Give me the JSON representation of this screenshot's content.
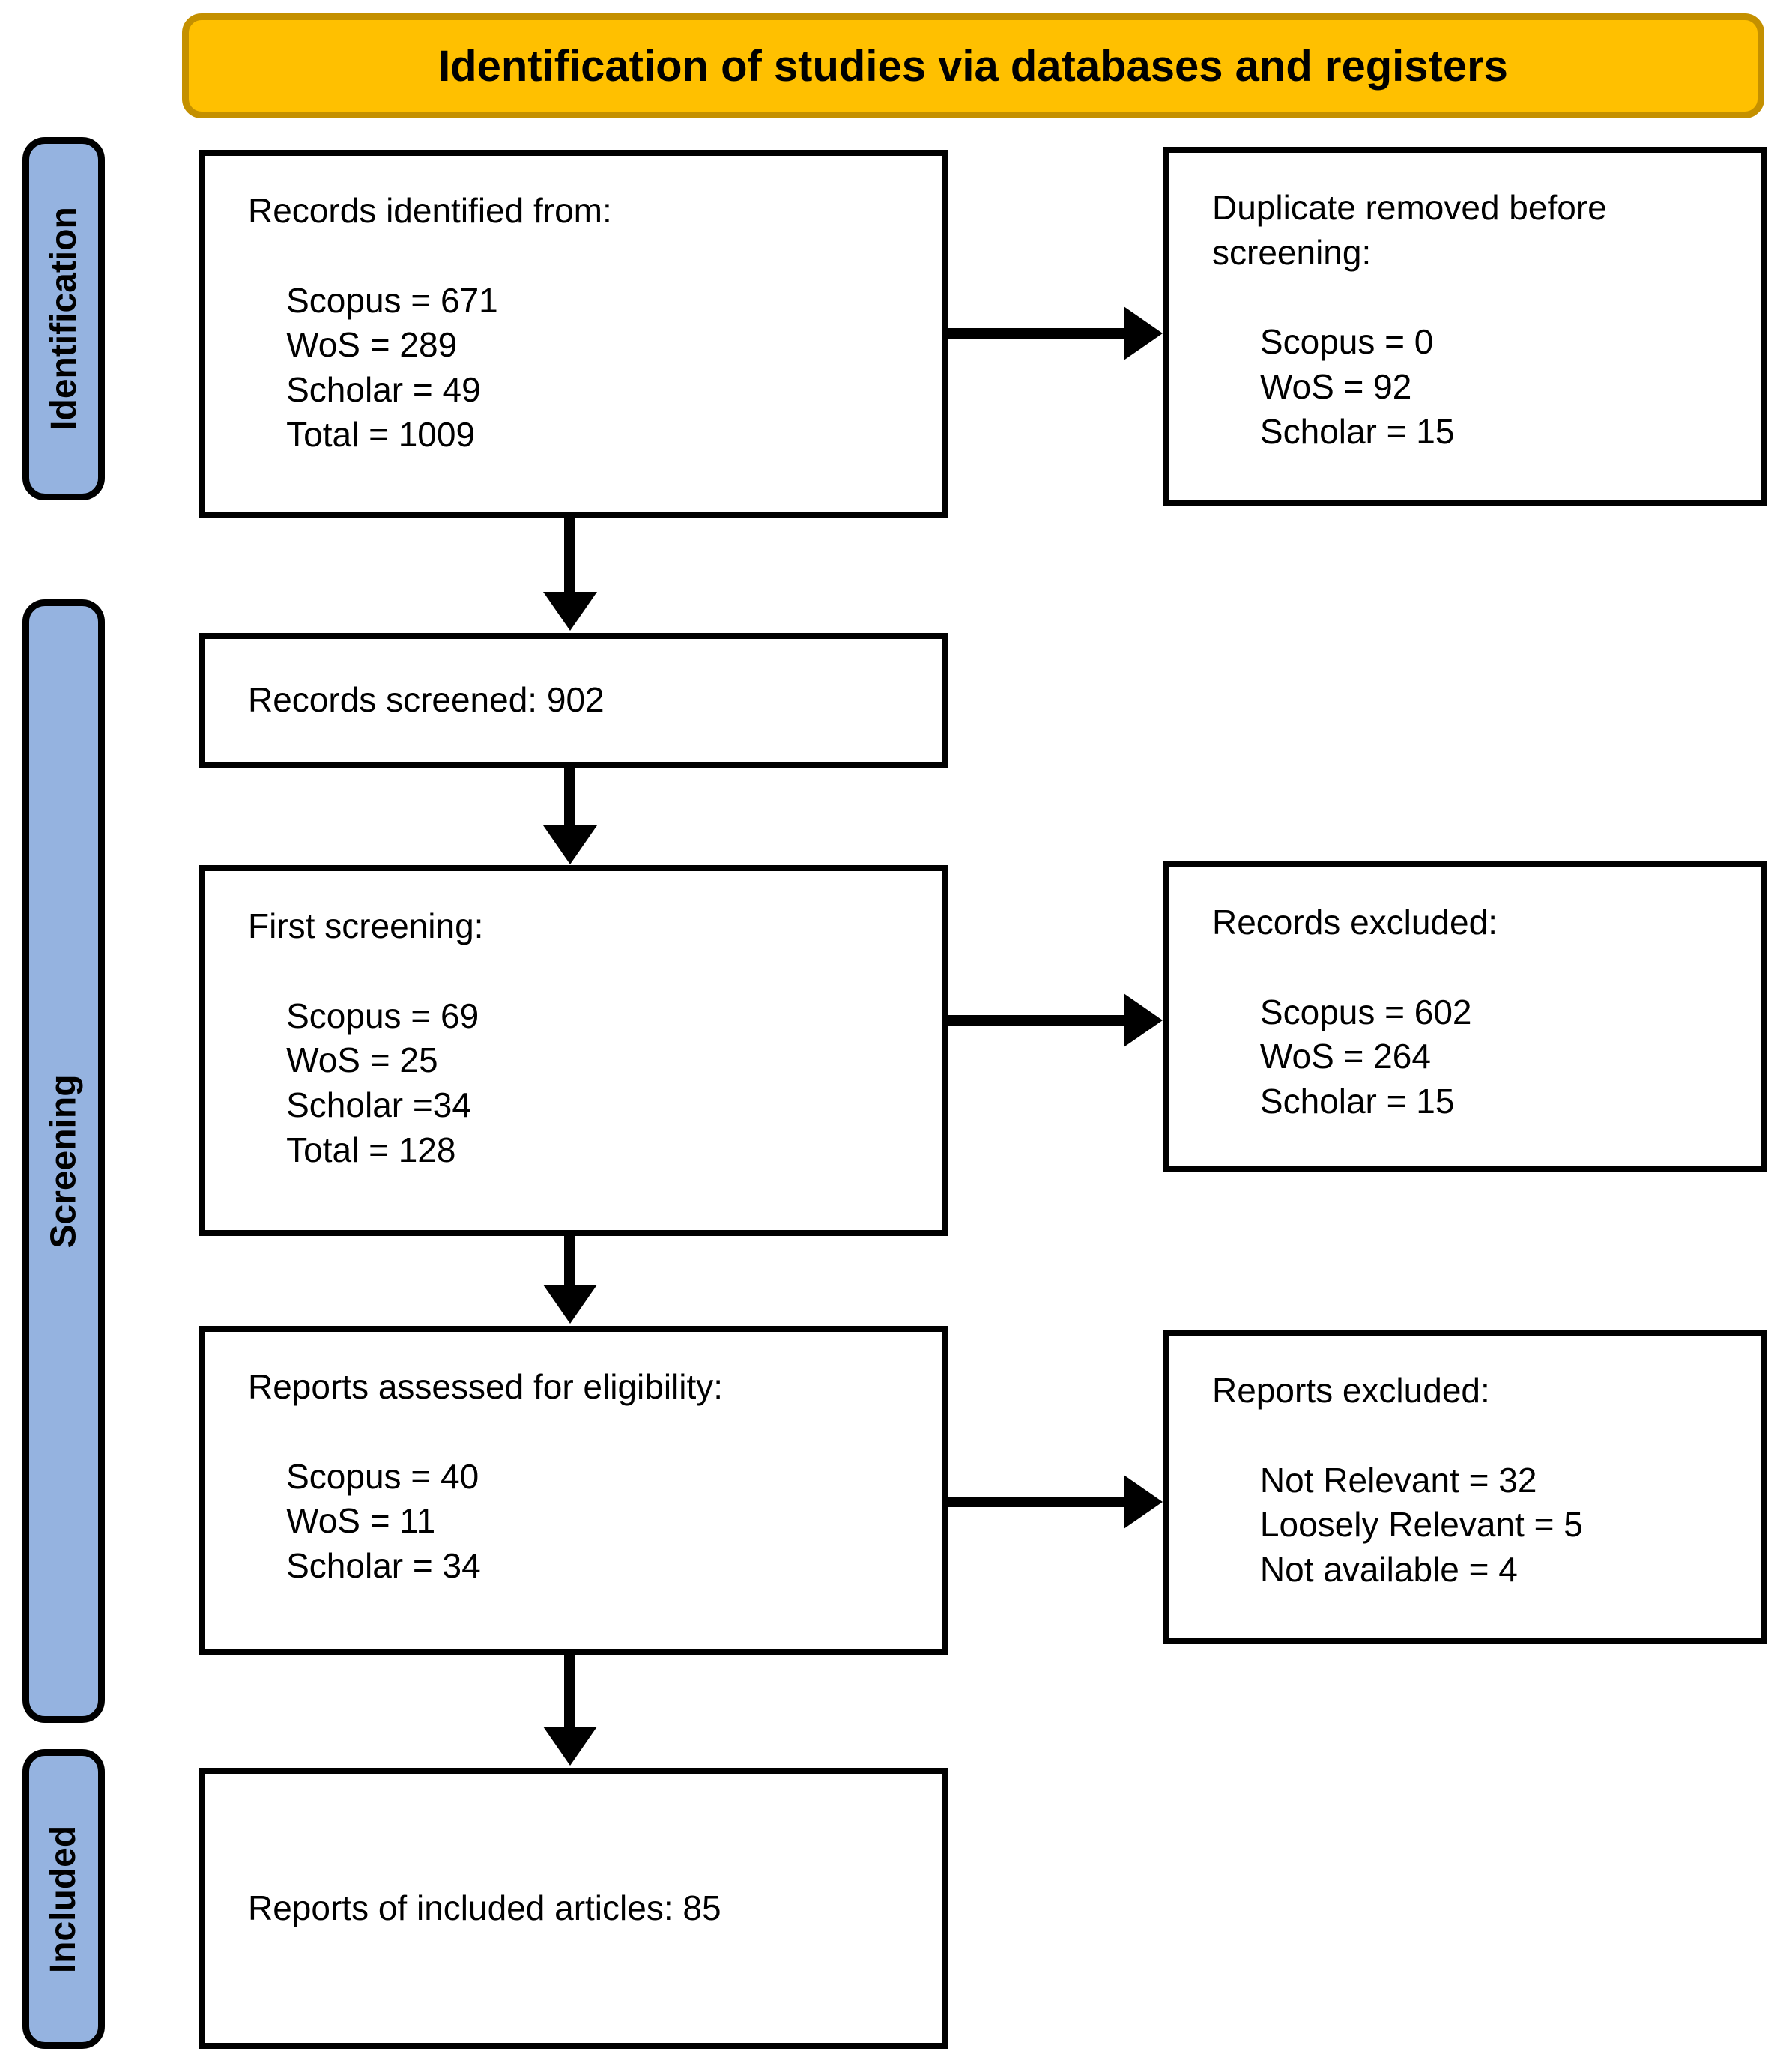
{
  "header": {
    "title": "Identification of studies via databases and registers",
    "banner_color": "#FFC000",
    "banner_border_color": "#C49000"
  },
  "phases": {
    "tab_color": "#95B3E0",
    "items": [
      {
        "id": "identification",
        "label": "Identification"
      },
      {
        "id": "screening",
        "label": "Screening"
      },
      {
        "id": "included",
        "label": "Included"
      }
    ]
  },
  "boxes": {
    "records_identified": {
      "heading": "Records identified from:",
      "lines": [
        "Scopus = 671",
        "WoS = 289",
        "Scholar = 49",
        "Total = 1009"
      ],
      "text": "Records identified from:\n\n    Scopus = 671\n    WoS = 289\n    Scholar = 49\n    Total = 1009"
    },
    "duplicates_removed": {
      "heading": "Duplicate removed before screening:",
      "lines": [
        "Scopus = 0",
        "WoS = 92",
        "Scholar = 15"
      ],
      "text": "Duplicate removed before\nscreening:\n\n     Scopus = 0\n     WoS = 92\n     Scholar = 15"
    },
    "records_screened": {
      "heading": "Records screened: 902",
      "lines": [],
      "text": "Records screened: 902"
    },
    "first_screening": {
      "heading": "First screening:",
      "lines": [
        "Scopus = 69",
        "WoS = 25",
        "Scholar =34",
        "Total = 128"
      ],
      "text": "First screening:\n\n    Scopus = 69\n    WoS = 25\n    Scholar =34\n    Total = 128"
    },
    "records_excluded": {
      "heading": "Records excluded:",
      "lines": [
        "Scopus = 602",
        "WoS = 264",
        "Scholar = 15"
      ],
      "text": "Records excluded:\n\n     Scopus = 602\n     WoS = 264\n     Scholar = 15"
    },
    "reports_assessed": {
      "heading": "Reports assessed for eligibility:",
      "lines": [
        "Scopus = 40",
        "WoS = 11",
        "Scholar = 34"
      ],
      "text": "Reports assessed for eligibility:\n\n    Scopus = 40\n    WoS = 11\n    Scholar = 34"
    },
    "reports_excluded": {
      "heading": "Reports excluded:",
      "lines": [
        "Not Relevant = 32",
        "Loosely Relevant = 5",
        "Not available = 4"
      ],
      "text": "Reports excluded:\n\n     Not Relevant = 32\n     Loosely Relevant = 5\n     Not available = 4"
    },
    "reports_included": {
      "heading": "Reports of included articles: 85",
      "lines": [],
      "text": "Reports of included articles: 85"
    }
  },
  "chart_data": {
    "type": "table",
    "title": "Identification of studies via databases and registers",
    "stages": [
      {
        "phase": "Identification",
        "node": "Records identified from",
        "items": [
          {
            "source": "Scopus",
            "count": 671
          },
          {
            "source": "WoS",
            "count": 289
          },
          {
            "source": "Scholar",
            "count": 49
          },
          {
            "source": "Total",
            "count": 1009
          }
        ]
      },
      {
        "phase": "Identification",
        "node": "Duplicate removed before screening",
        "items": [
          {
            "source": "Scopus",
            "count": 0
          },
          {
            "source": "WoS",
            "count": 92
          },
          {
            "source": "Scholar",
            "count": 15
          }
        ]
      },
      {
        "phase": "Screening",
        "node": "Records screened",
        "items": [
          {
            "source": "Total",
            "count": 902
          }
        ]
      },
      {
        "phase": "Screening",
        "node": "First screening",
        "items": [
          {
            "source": "Scopus",
            "count": 69
          },
          {
            "source": "WoS",
            "count": 25
          },
          {
            "source": "Scholar",
            "count": 34
          },
          {
            "source": "Total",
            "count": 128
          }
        ]
      },
      {
        "phase": "Screening",
        "node": "Records excluded",
        "items": [
          {
            "source": "Scopus",
            "count": 602
          },
          {
            "source": "WoS",
            "count": 264
          },
          {
            "source": "Scholar",
            "count": 15
          }
        ]
      },
      {
        "phase": "Screening",
        "node": "Reports assessed for eligibility",
        "items": [
          {
            "source": "Scopus",
            "count": 40
          },
          {
            "source": "WoS",
            "count": 11
          },
          {
            "source": "Scholar",
            "count": 34
          }
        ]
      },
      {
        "phase": "Screening",
        "node": "Reports excluded",
        "items": [
          {
            "source": "Not Relevant",
            "count": 32
          },
          {
            "source": "Loosely Relevant",
            "count": 5
          },
          {
            "source": "Not available",
            "count": 4
          }
        ]
      },
      {
        "phase": "Included",
        "node": "Reports of included articles",
        "items": [
          {
            "source": "Total",
            "count": 85
          }
        ]
      }
    ]
  }
}
